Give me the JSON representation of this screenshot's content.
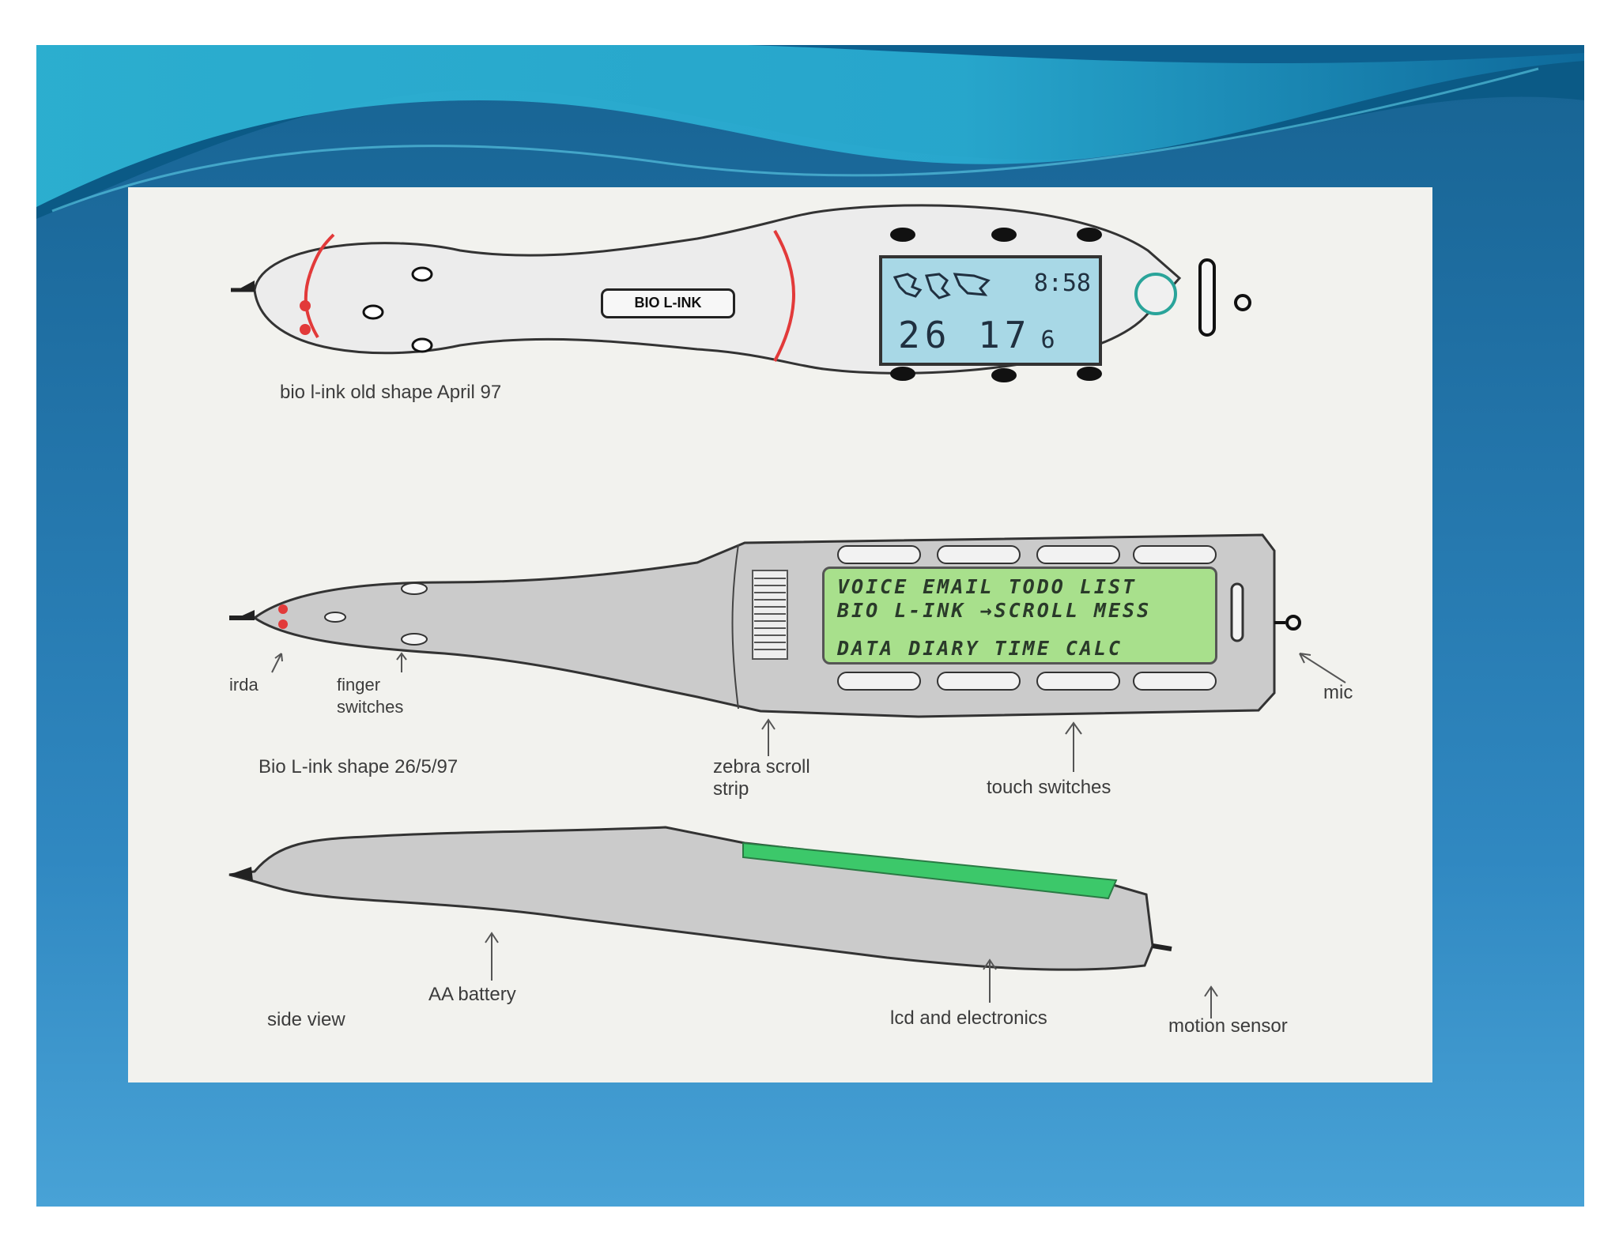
{
  "device_top": {
    "brand": "BIO L-INK",
    "lcd_time": "8:58",
    "lcd_row2_a": "26",
    "lcd_row2_b": "17",
    "lcd_row2_c": "6",
    "caption": "bio l-ink old shape April 97"
  },
  "device_middle": {
    "lcd_lines": [
      "VOICE EMAIL TODO LIST",
      "BIO L-INK →SCROLL MESS",
      "DATA DIARY TIME CALC"
    ],
    "caption": "Bio L-ink shape 26/5/97",
    "labels": {
      "irda": "irda",
      "finger_switches": "finger\nswitches",
      "zebra": "zebra scroll\nstrip",
      "touch_switches": "touch switches",
      "mic": "mic"
    }
  },
  "device_side": {
    "caption": "side view",
    "labels": {
      "battery": "AA battery",
      "lcd": "lcd and electronics",
      "motion": "motion sensor"
    }
  },
  "colors": {
    "display_blue": "#a8d8e6",
    "display_green": "#a8e08c",
    "green_strip": "#3cc86a",
    "red_accent": "#e23a3a"
  }
}
